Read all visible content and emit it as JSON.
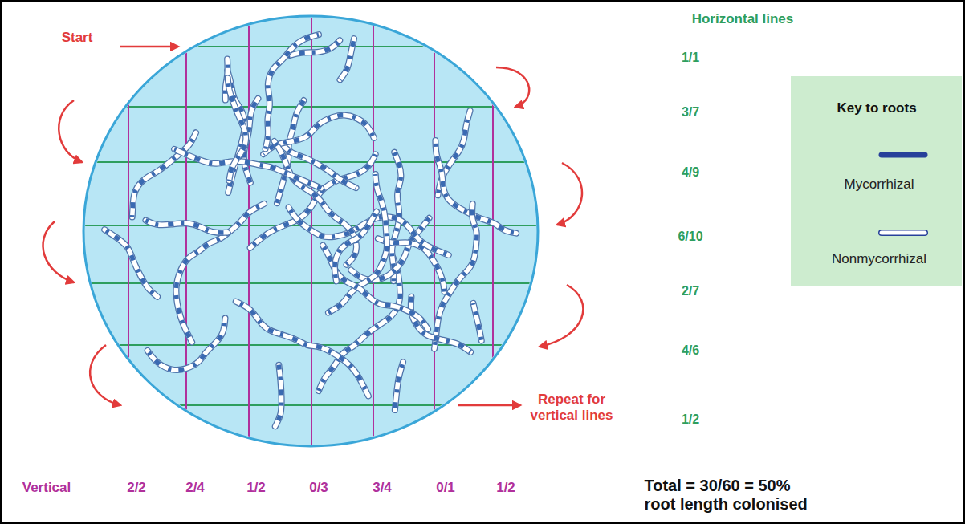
{
  "diagram": {
    "labels": [
      "Start",
      "Horizontal lines",
      "1/1",
      "Key to roots",
      "3/7",
      "4/9",
      "6/10",
      "2/7",
      "4/6",
      "Repeat for vertical lines",
      "1/2",
      "Vertical",
      "2/2",
      "2/4",
      "1/2",
      "0/3",
      "3/4",
      "0/1",
      "1/2",
      "Total = 30/60 = 50% root length colonised"
    ],
    "legend": [
      {
        "text": "Mycorrhizal"
      },
      {
        "text": "Nonmycorrhizal"
      }
    ]
  }
}
